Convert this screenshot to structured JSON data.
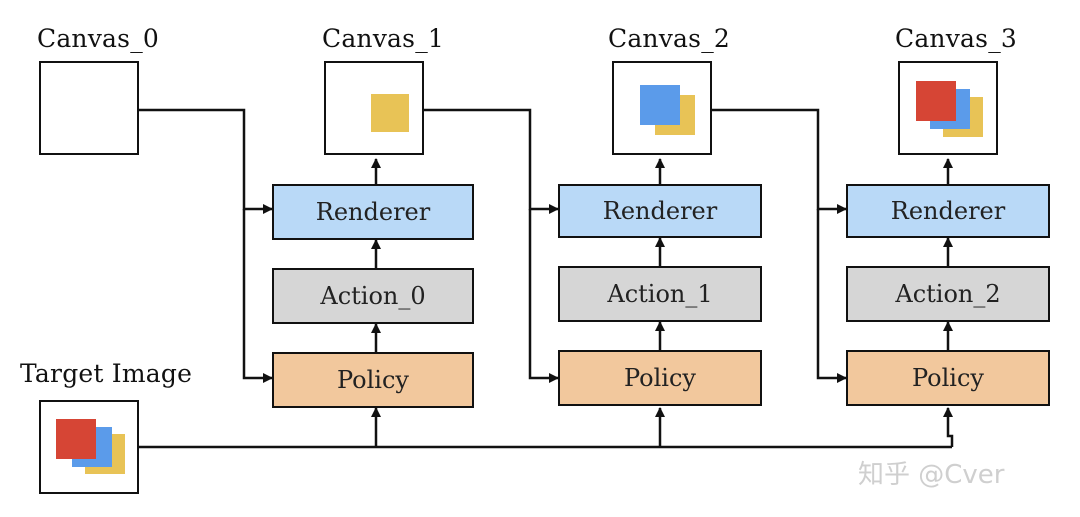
{
  "canvases": [
    {
      "label": "Canvas_0"
    },
    {
      "label": "Canvas_1"
    },
    {
      "label": "Canvas_2"
    },
    {
      "label": "Canvas_3"
    }
  ],
  "stages": [
    {
      "renderer": "Renderer",
      "action": "Action_0",
      "policy": "Policy"
    },
    {
      "renderer": "Renderer",
      "action": "Action_1",
      "policy": "Policy"
    },
    {
      "renderer": "Renderer",
      "action": "Action_2",
      "policy": "Policy"
    }
  ],
  "target": {
    "label": "Target Image"
  },
  "watermark": {
    "text": "知乎 @Cver"
  },
  "colors": {
    "renderer": "#b9d9f7",
    "action": "#d6d6d6",
    "policy": "#f2c89d",
    "square_red": "#d64535",
    "square_blue": "#5b9bea",
    "square_yellow": "#e8c356"
  }
}
